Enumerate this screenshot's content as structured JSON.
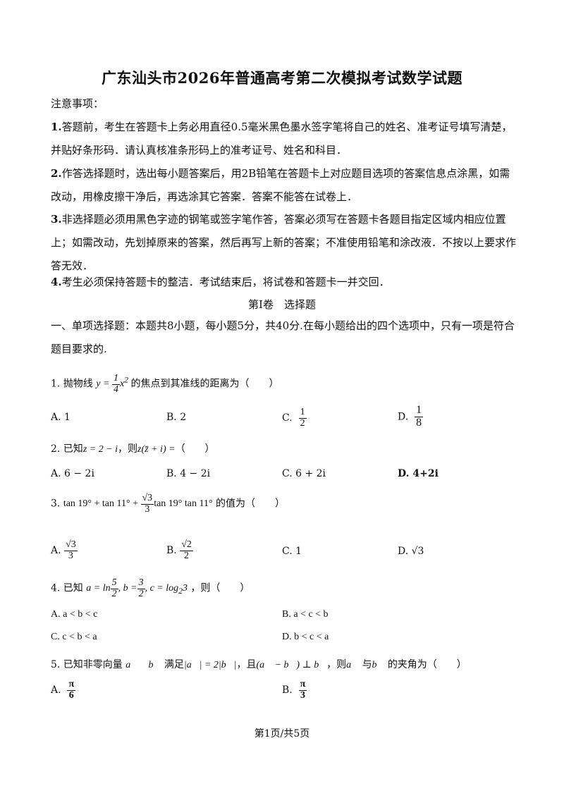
{
  "title": "广东汕头市2026年普通高考第二次模拟考试数学试题",
  "notes": {
    "heading": "注意事项：",
    "items": [
      {
        "num": "1.",
        "text": "答题前，考生在答题卡上务必用直径0.5毫米黑色墨水签字笔将自己的姓名、准考证号填写清楚，并贴好条形码．请认真核准条形码上的准考证号、姓名和科目．"
      },
      {
        "num": "2.",
        "text": "作答选择题时，选出每小题答案后，用2B铅笔在答题卡上对应题目选项的答案信息点涂黑，如需改动，用橡皮擦干净后，再选涂其它答案．答案不能答在试卷上．"
      },
      {
        "num": "3.",
        "text": "非选择题必须用黑色字迹的钢笔或签字笔作答，答案必须写在答题卡各题目指定区域内相应位置上；如需改动，先划掉原来的答案，然后再写上新的答案；不准使用铅笔和涂改液．不按以上要求作答无效．"
      },
      {
        "num": "4.",
        "text": "考生必须保持答题卡的整洁．考试结束后，将试卷和答题卡一并交回．"
      }
    ]
  },
  "section_title": "第Ⅰ卷　选择题",
  "part_intro": "一、单项选择题：本题共8小题，每小题5分，共40分.在每小题给出的四个选项中，只有一项是符合题目要求的.",
  "questions": [
    {
      "stem_pre": "1. 抛物线",
      "formula": "y = 1/4 x²",
      "stem_post": "的焦点到其准线的距离为（　　）",
      "options": [
        "A. 1",
        "B. 2",
        "C. 1/2",
        "D. 1/8"
      ]
    },
    {
      "stem_pre": "2. 已知",
      "formula": "z = 2 − i",
      "stem_mid": "，则",
      "formula2": "z(z̄ + i) =",
      "stem_post": "（　　）",
      "options": [
        "A.  6 − 2i",
        "B.  4 − 2i",
        "C.  6 + 2i",
        "D.  4+2i"
      ]
    },
    {
      "stem_pre": "3.",
      "formula": "tan 19° + tan 11° + √3/3 tan 19° tan 11°",
      "stem_post": "的值为（　　）",
      "options": [
        "A. √3/3",
        "B. √2/2",
        "C. 1",
        "D. √3"
      ]
    },
    {
      "stem_pre": "4. 已知",
      "formula": "a = ln 5/2, b = 3/2, c = log₂3",
      "stem_post": "，则（　　）",
      "options": [
        "A.  a < b < c",
        "B.  a < c < b",
        "C.  c < b < a",
        "D.  b < c < a"
      ]
    },
    {
      "stem_pre": "5. 已知非零向量",
      "stem_post": "的夹角为（　　）",
      "options": [
        "A. π/6",
        "B. π/3"
      ]
    }
  ],
  "footer": "第1页/共5页"
}
